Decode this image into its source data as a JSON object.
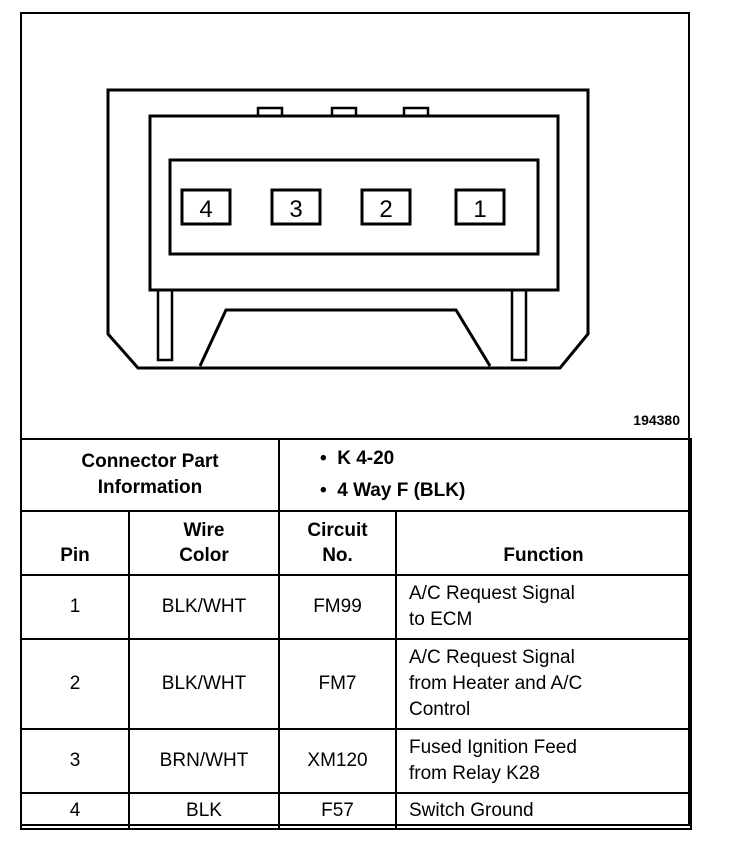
{
  "figure_id": "194380",
  "connector_pins": [
    "4",
    "3",
    "2",
    "1"
  ],
  "part_info": {
    "label_line1": "Connector Part",
    "label_line2": "Information",
    "items": [
      "K 4-20",
      "4 Way F (BLK)"
    ]
  },
  "table": {
    "headers": {
      "pin": "Pin",
      "wire_color_line1": "Wire",
      "wire_color_line2": "Color",
      "circuit_line1": "Circuit",
      "circuit_line2": "No.",
      "function": "Function"
    },
    "rows": [
      {
        "pin": "1",
        "wire": "BLK/WHT",
        "circuit": "FM99",
        "function": [
          "A/C Request Signal",
          "to ECM"
        ]
      },
      {
        "pin": "2",
        "wire": "BLK/WHT",
        "circuit": "FM7",
        "function": [
          "A/C Request Signal",
          "from Heater and A/C",
          "Control"
        ]
      },
      {
        "pin": "3",
        "wire": "BRN/WHT",
        "circuit": "XM120",
        "function": [
          "Fused Ignition Feed",
          "from Relay K28"
        ]
      },
      {
        "pin": "4",
        "wire": "BLK",
        "circuit": "F57",
        "function": [
          "Switch Ground"
        ]
      }
    ]
  },
  "bullet": "•"
}
